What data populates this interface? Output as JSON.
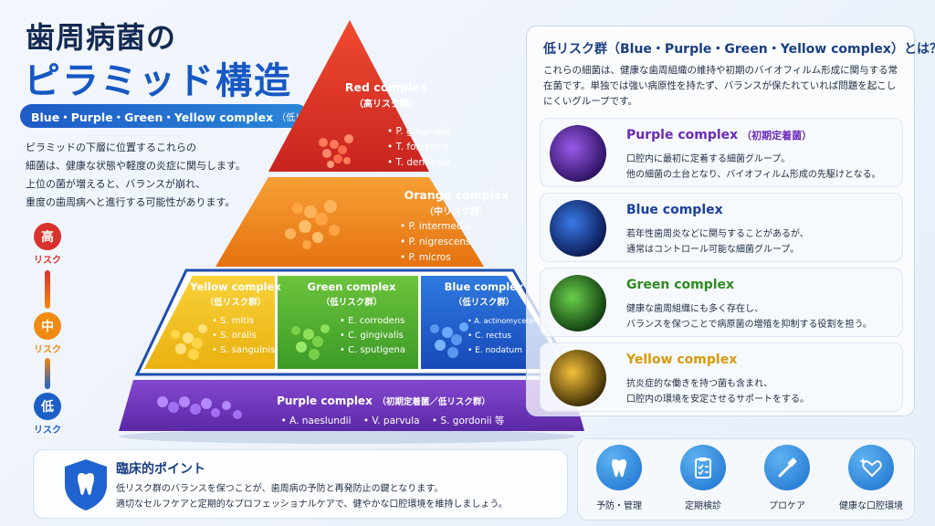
{
  "title": {
    "line1": "歯周病菌の",
    "line2": "ピラミッド構造"
  },
  "pill": {
    "main": "Blue・Purple・Green・Yellow complex",
    "sub": "（低リスク群）"
  },
  "intro": [
    "ピラミッドの下層に位置するこれらの",
    "細菌は、健康な状態や軽度の炎症に関与します。",
    "上位の菌が増えると、バランスが崩れ、",
    "重度の歯周病へと進行する可能性があります。"
  ],
  "risk": {
    "high": {
      "char": "高",
      "label": "リスク",
      "color": "#d9312b"
    },
    "mid": {
      "char": "中",
      "label": "リスク",
      "color": "#f08a12"
    },
    "low": {
      "char": "低",
      "label": "リスク",
      "color": "#1d5fc8"
    }
  },
  "pyramid": {
    "red": {
      "name": "Red complex",
      "sub": "（高リスク群）",
      "items": [
        "P. gingivalis",
        "T. forsythia",
        "T. denticola"
      ],
      "color": "#e0342a"
    },
    "orange": {
      "name": "Orange complex",
      "sub": "（中リスク群）",
      "items": [
        "P. intermedia",
        "P. nigrescens",
        "P. micros"
      ],
      "color": "#f28a1a"
    },
    "yellow": {
      "name": "Yellow complex",
      "sub": "（低リスク群）",
      "items": [
        "S. mitis",
        "S. oralis",
        "S. sanguinis"
      ],
      "color": "#f2c21a"
    },
    "green": {
      "name": "Green complex",
      "sub": "（低リスク群）",
      "items": [
        "E. corrodens",
        "C. gingivalis",
        "C. sputigena"
      ],
      "color": "#4fae32"
    },
    "blue": {
      "name": "Blue complex",
      "sub": "（低リスク群）",
      "items": [
        "A. actinomycetemcomitans",
        "C. rectus",
        "E. nodatum"
      ],
      "color": "#1f62d0"
    },
    "purple": {
      "name": "Purple complex",
      "sub": "（初期定着菌／低リスク群）",
      "items": [
        "A. naeslundii",
        "V. parvula",
        "S. gordonii 等"
      ],
      "color": "#6a36b8"
    }
  },
  "panel": {
    "title": "低リスク群（Blue・Purple・Green・Yellow complex）とは？",
    "desc": "これらの細菌は、健康な歯周組織の維持や初期のバイオフィルム形成に関与する常在菌です。単独では強い病原性を持たず、バランスが保たれていれば問題を起こしにくいグループです。",
    "cards": [
      {
        "title": "Purple complex",
        "sub": "（初期定着菌）",
        "line1": "口腔内に最初に定着する細菌グループ。",
        "line2": "他の細菌の土台となり、バイオフィルム形成の先駆けとなる。",
        "color": "#6a2ab8"
      },
      {
        "title": "Blue complex",
        "sub": "",
        "line1": "若年性歯周炎などに関与することがあるが、",
        "line2": "通常はコントロール可能な細菌グループ。",
        "color": "#1a3f9e"
      },
      {
        "title": "Green complex",
        "sub": "",
        "line1": "健康な歯周組織にも多く存在し、",
        "line2": "バランスを保つことで病原菌の増殖を抑制する役割を担う。",
        "color": "#2f8a22"
      },
      {
        "title": "Yellow complex",
        "sub": "",
        "line1": "抗炎症的な働きを持つ菌も含まれ、",
        "line2": "口腔内の環境を安定させるサポートをする。",
        "color": "#d89a08"
      }
    ]
  },
  "point": {
    "title": "臨床的ポイント",
    "line1": "低リスク群のバランスを保つことが、歯周病の予防と再発防止の鍵となります。",
    "line2": "適切なセルフケアと定期的なプロフェッショナルケアで、健やかな口腔環境を維持しましょう。"
  },
  "icons": [
    {
      "label": "予防・管理",
      "icon": "tooth-icon"
    },
    {
      "label": "定期検診",
      "icon": "clipboard-icon"
    },
    {
      "label": "プロケア",
      "icon": "toothbrush-icon"
    },
    {
      "label": "健康な口腔環境",
      "icon": "sparkle-heart-icon"
    }
  ]
}
